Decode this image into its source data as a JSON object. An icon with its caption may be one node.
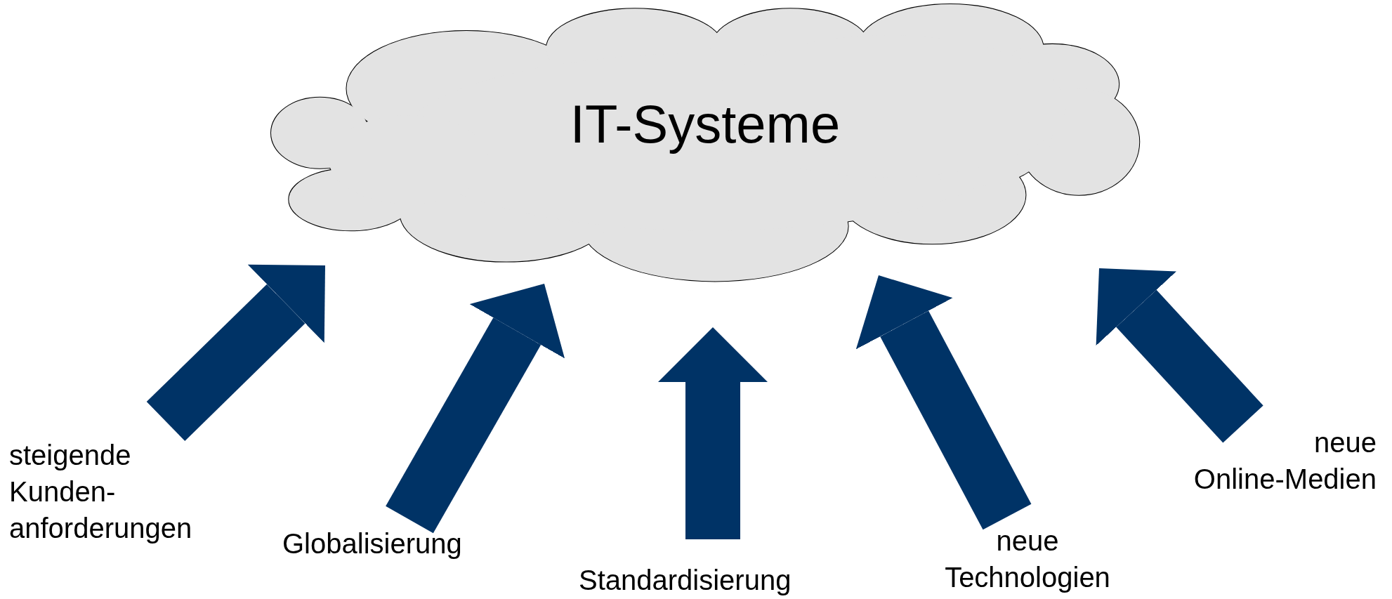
{
  "diagram": {
    "nodes": [
      {
        "text": [
          "IT-Systeme"
        ]
      },
      {
        "text": [
          "steigende Kunden- anforderungen"
        ]
      },
      {
        "text": [
          "Globalisierung"
        ]
      },
      {
        "text": [
          "Standardisierung"
        ]
      },
      {
        "text": [
          "neue Technologien"
        ]
      },
      {
        "text": [
          "neue Online-Medien"
        ]
      }
    ],
    "edges": [
      {
        "from": 1,
        "to": 0,
        "arrow": "to"
      },
      {
        "from": 2,
        "to": 0,
        "arrow": "to"
      },
      {
        "from": 3,
        "to": 0,
        "arrow": "to"
      },
      {
        "from": 4,
        "to": 0,
        "arrow": "to"
      },
      {
        "from": 5,
        "to": 0,
        "arrow": "to"
      }
    ]
  }
}
